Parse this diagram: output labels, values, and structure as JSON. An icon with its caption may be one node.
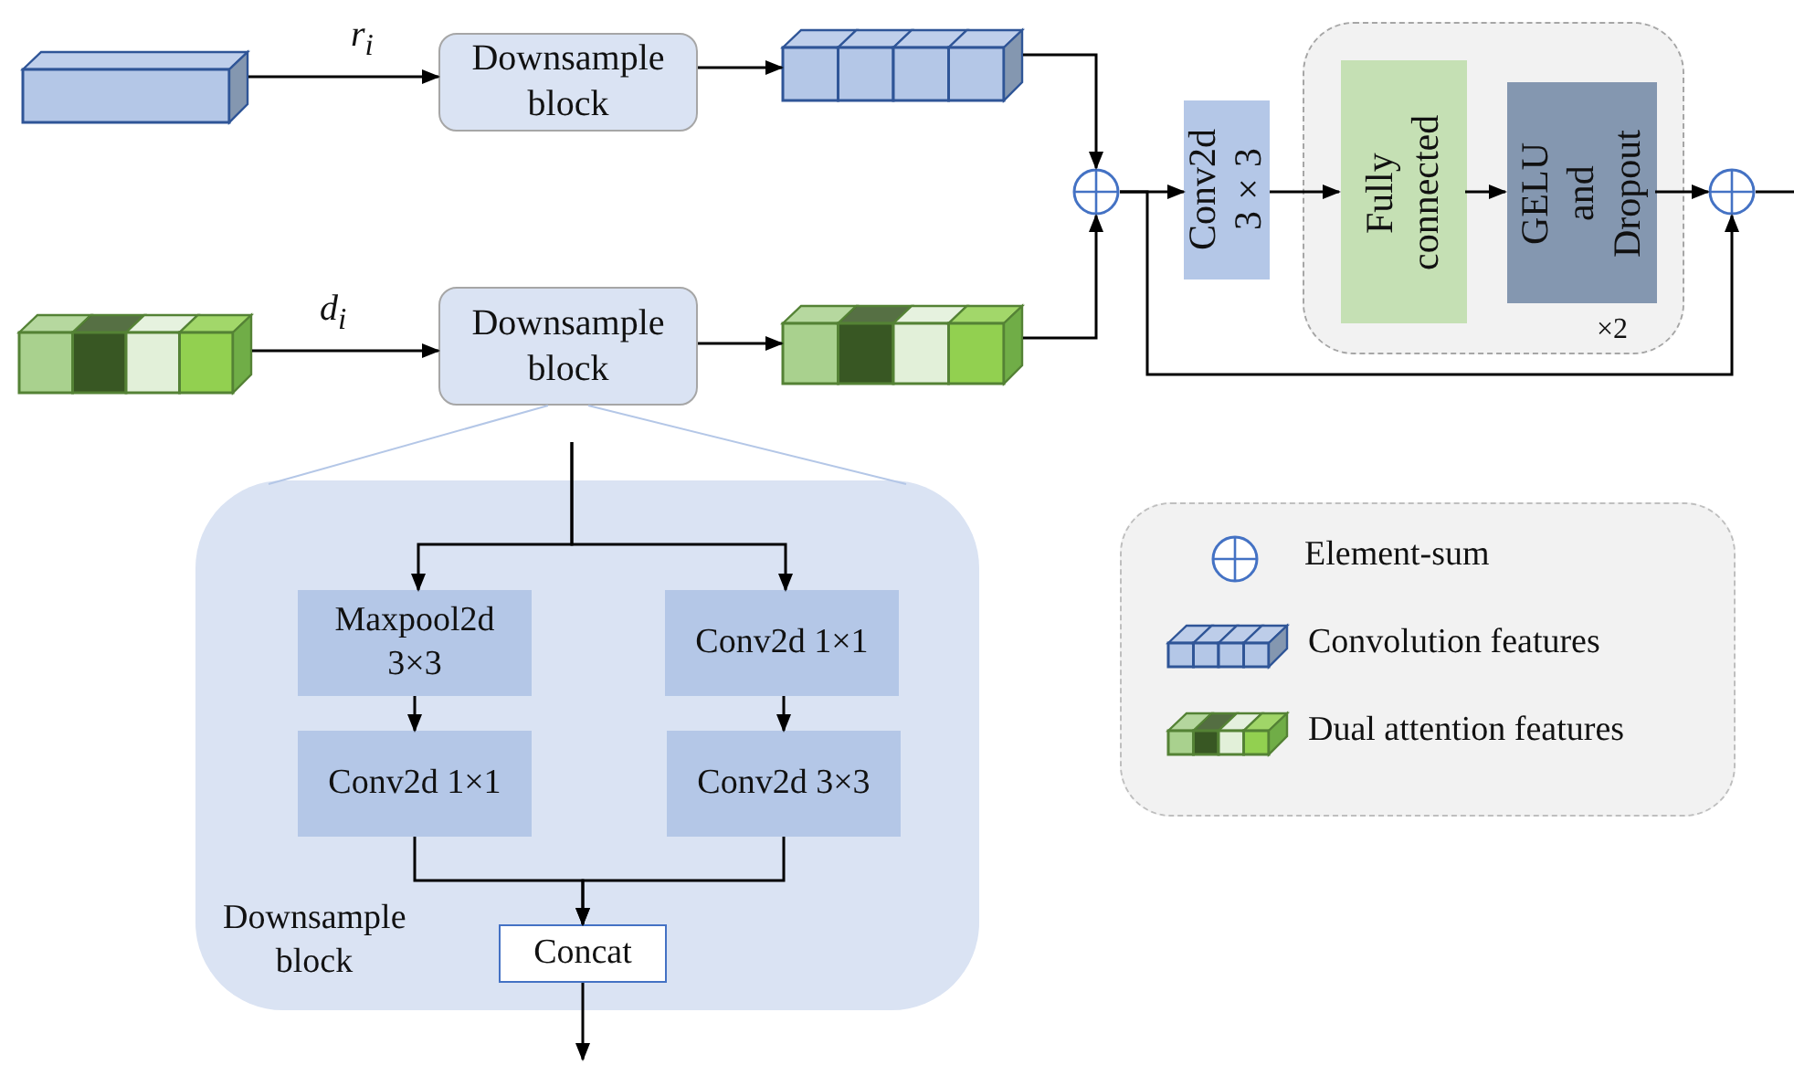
{
  "diagram": {
    "nodes": [
      {
        "text": [],
        "shape": "box"
      },
      {
        "text": [
          "Downsample block"
        ]
      },
      {
        "text": [],
        "shape": "box"
      },
      {
        "text": [],
        "shape": "box"
      },
      {
        "text": [
          "Downsample block"
        ]
      },
      {
        "text": [],
        "shape": "box"
      },
      {
        "text": [],
        "shape": "circle"
      },
      {
        "text": [
          "Conv2d 3×3"
        ]
      },
      {
        "text": [
          "×2"
        ]
      },
      {
        "text": [
          "Fully connected"
        ],
        "in": 8
      },
      {
        "text": [
          "GELU and Dropout"
        ],
        "in": 8
      },
      {
        "text": [],
        "shape": "circle"
      },
      {
        "text": [
          "Downsample block"
        ]
      },
      {
        "text": [
          "Maxpool2d 3×3"
        ],
        "in": 12
      },
      {
        "text": [
          "Conv2d 1×1"
        ],
        "in": 12
      },
      {
        "text": [
          "Conv2d 1×1"
        ],
        "in": 12
      },
      {
        "text": [
          "Conv2d 3×3"
        ],
        "in": 12
      },
      {
        "text": [
          "Concat"
        ],
        "in": 12
      }
    ],
    "edges": [
      {
        "from": 0,
        "to": 1,
        "arrow": "to",
        "label": "r$_{i}$"
      },
      {
        "from": 1,
        "to": 2,
        "arrow": "to"
      },
      {
        "from": 3,
        "to": 4,
        "arrow": "to",
        "label": "d$_{i}$"
      },
      {
        "from": 4,
        "to": 5,
        "arrow": "to"
      },
      {
        "from": 2,
        "to": 6,
        "arrow": "to"
      },
      {
        "from": 5,
        "to": 6,
        "arrow": "to"
      },
      {
        "from": 6,
        "to": 7,
        "arrow": "to"
      },
      {
        "from": 7,
        "to": 9,
        "arrow": "to"
      },
      {
        "from": 9,
        "to": 10,
        "arrow": "to"
      },
      {
        "from": 10,
        "to": 11,
        "arrow": "to"
      },
      {
        "from": 6,
        "to": 11,
        "arrow": "to"
      },
      {
        "from": 11,
        "to": null,
        "arrow": "none"
      },
      {
        "from": 4,
        "to": 12,
        "arrow": "none",
        "color": "#b4c7e7"
      },
      {
        "from": 4,
        "to": 12,
        "arrow": "none",
        "color": "#b4c7e7"
      },
      {
        "from": null,
        "to": 13,
        "arrow": "to"
      },
      {
        "from": null,
        "to": 14,
        "arrow": "to"
      },
      {
        "from": 13,
        "to": 15,
        "arrow": "to"
      },
      {
        "from": 14,
        "to": 16,
        "arrow": "to"
      },
      {
        "from": 15,
        "to": 17,
        "arrow": "to"
      },
      {
        "from": 16,
        "to": 17,
        "arrow": "to"
      },
      {
        "from": 17,
        "to": null,
        "arrow": "to"
      }
    ],
    "legend": [
      {
        "text": "Element-sum"
      },
      {
        "text": "Convolution features"
      },
      {
        "text": "Dual attention features"
      }
    ]
  }
}
